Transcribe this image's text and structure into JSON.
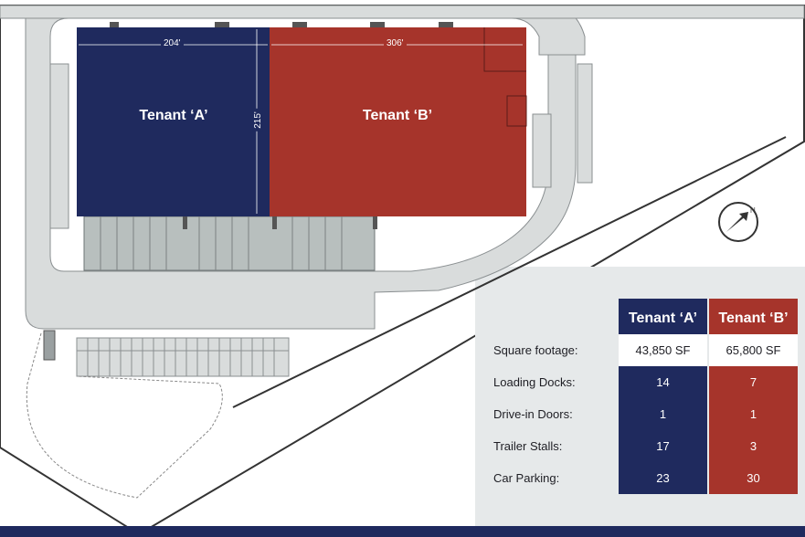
{
  "colors": {
    "tenant_a": "#1f2a5e",
    "tenant_b": "#a6342b",
    "pavement": "#d9dcdc",
    "background": "#ffffff",
    "panel_bg": "#e6e9ea"
  },
  "site_plan": {
    "tenant_a_label": "Tenant ‘A’",
    "tenant_b_label": "Tenant ‘B’",
    "dim_a_width": "204'",
    "dim_b_width": "306'",
    "dim_depth": "215'",
    "north_marker": "N"
  },
  "table": {
    "col_a": "Tenant ‘A’",
    "col_b": "Tenant ‘B’",
    "rows": [
      {
        "label": "Square footage:",
        "a": "43,850 SF",
        "b": "65,800 SF"
      },
      {
        "label": "Loading Docks:",
        "a": "14",
        "b": "7"
      },
      {
        "label": "Drive-in Doors:",
        "a": "1",
        "b": "1"
      },
      {
        "label": "Trailer Stalls:",
        "a": "17",
        "b": "3"
      },
      {
        "label": "Car Parking:",
        "a": "23",
        "b": "30"
      }
    ]
  }
}
